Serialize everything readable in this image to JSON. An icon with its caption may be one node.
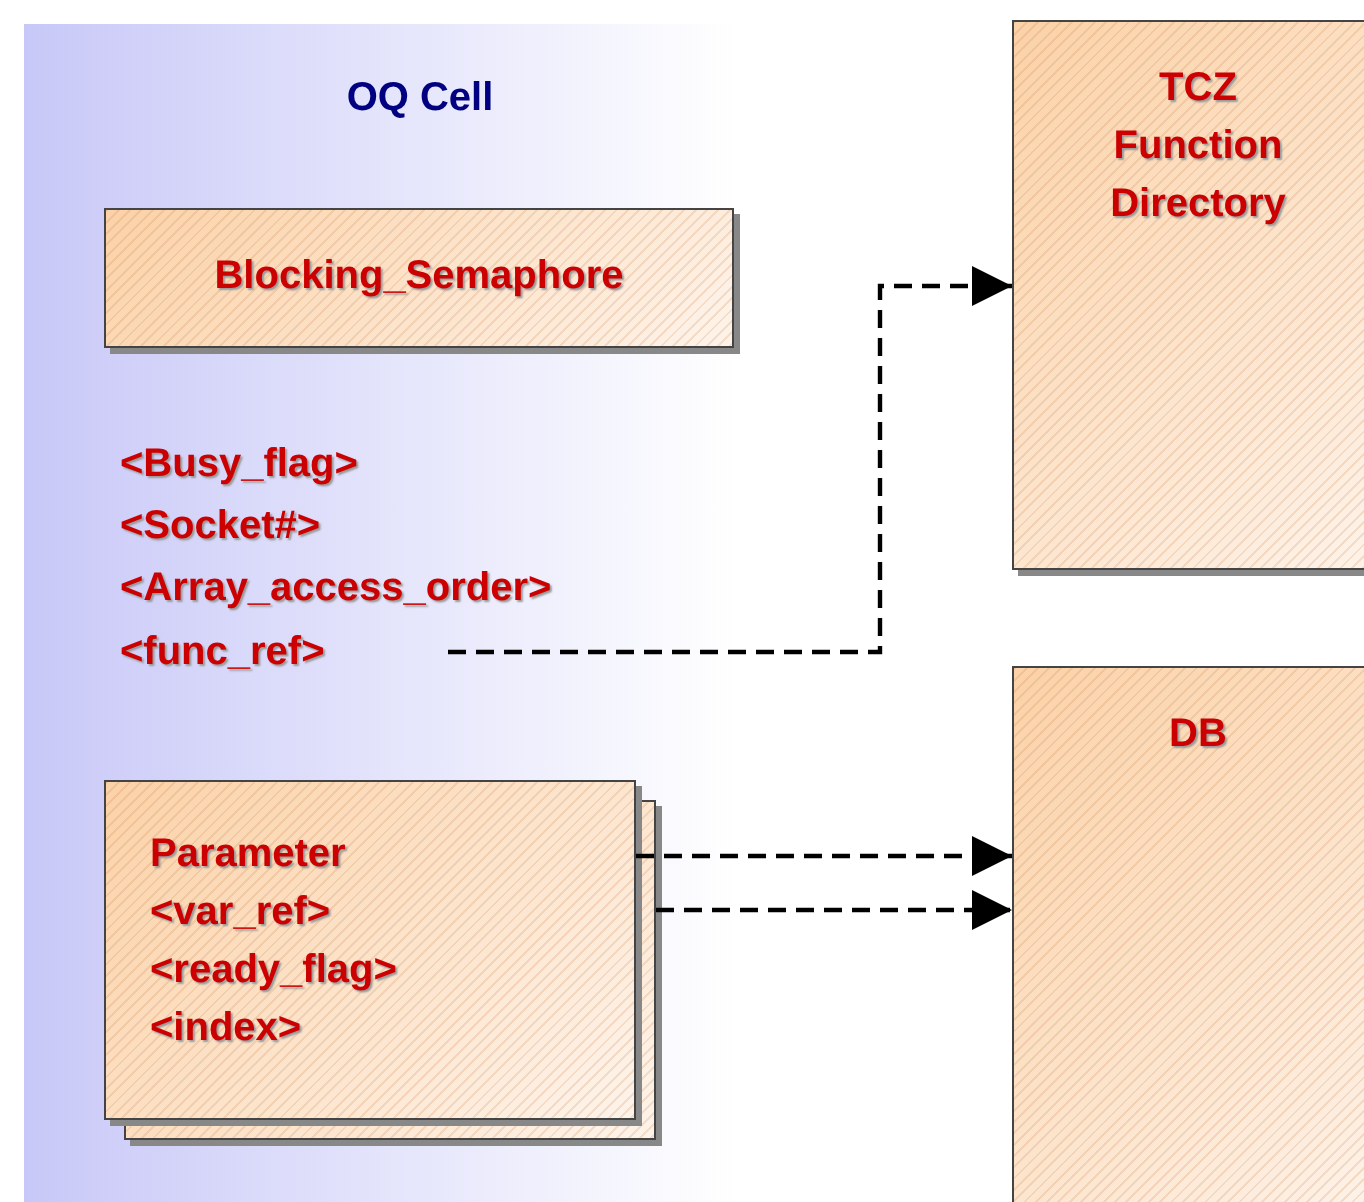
{
  "diagram": {
    "nodes": [
      {
        "text": [
          "OQ Cell"
        ]
      },
      {
        "text": [
          "Blocking_Semaphore"
        ],
        "in": 0
      },
      {
        "text": [
          "<func_ref>"
        ],
        "in": 0
      },
      {
        "text": [
          "Parameter",
          "<var_ref>",
          "<ready_flag>",
          "<index>"
        ],
        "in": 0
      },
      {
        "text": [
          "TCZ Function Directory"
        ]
      },
      {
        "text": [
          "DB"
        ]
      }
    ],
    "edges": [
      {
        "from": 2,
        "to": 4,
        "arrow": "to",
        "style": "dashed"
      },
      {
        "from": 3,
        "to": 5,
        "arrow": "to",
        "style": "dashed"
      },
      {
        "from": 3,
        "to": 5,
        "arrow": "to",
        "style": "dashed"
      }
    ],
    "labels": [
      "<Busy_flag>",
      "<Socket#>",
      "<Array_access_order>"
    ]
  }
}
